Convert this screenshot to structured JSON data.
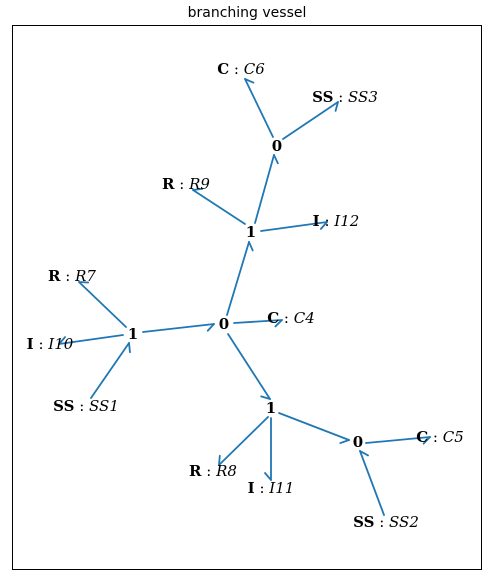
{
  "title": "branching vessel",
  "colors": {
    "edge": "#1f77b4",
    "frame": "#000000",
    "background": "#ffffff"
  },
  "nodes": [
    {
      "id": "c6",
      "kind": "C",
      "name": "C6"
    },
    {
      "id": "ss3",
      "kind": "SS",
      "name": "SS3"
    },
    {
      "id": "j0a",
      "kind": "0",
      "name": ""
    },
    {
      "id": "r9",
      "kind": "R",
      "name": "R9"
    },
    {
      "id": "j1a",
      "kind": "1",
      "name": ""
    },
    {
      "id": "i12",
      "kind": "I",
      "name": "I12"
    },
    {
      "id": "r7",
      "kind": "R",
      "name": "R7"
    },
    {
      "id": "j0b",
      "kind": "0",
      "name": ""
    },
    {
      "id": "c4",
      "kind": "C",
      "name": "C4"
    },
    {
      "id": "j1b",
      "kind": "1",
      "name": ""
    },
    {
      "id": "i10",
      "kind": "I",
      "name": "I10"
    },
    {
      "id": "ss1",
      "kind": "SS",
      "name": "SS1"
    },
    {
      "id": "j1c",
      "kind": "1",
      "name": ""
    },
    {
      "id": "j0c",
      "kind": "0",
      "name": ""
    },
    {
      "id": "c5",
      "kind": "C",
      "name": "C5"
    },
    {
      "id": "r8",
      "kind": "R",
      "name": "R8"
    },
    {
      "id": "i11",
      "kind": "I",
      "name": "I11"
    },
    {
      "id": "ss2",
      "kind": "SS",
      "name": "SS2"
    }
  ],
  "edges": [
    {
      "from": "j0a",
      "to": "c6"
    },
    {
      "from": "j0a",
      "to": "ss3"
    },
    {
      "from": "j1a",
      "to": "j0a"
    },
    {
      "from": "j1a",
      "to": "r9"
    },
    {
      "from": "j1a",
      "to": "i12"
    },
    {
      "from": "j0b",
      "to": "j1a"
    },
    {
      "from": "j0b",
      "to": "c4"
    },
    {
      "from": "j1b",
      "to": "j0b"
    },
    {
      "from": "j1b",
      "to": "r7"
    },
    {
      "from": "j1b",
      "to": "i10"
    },
    {
      "from": "ss1",
      "to": "j1b"
    },
    {
      "from": "j0b",
      "to": "j1c"
    },
    {
      "from": "j1c",
      "to": "j0c"
    },
    {
      "from": "j1c",
      "to": "r8"
    },
    {
      "from": "j1c",
      "to": "i11"
    },
    {
      "from": "j0c",
      "to": "c5"
    },
    {
      "from": "ss2",
      "to": "j0c"
    }
  ]
}
